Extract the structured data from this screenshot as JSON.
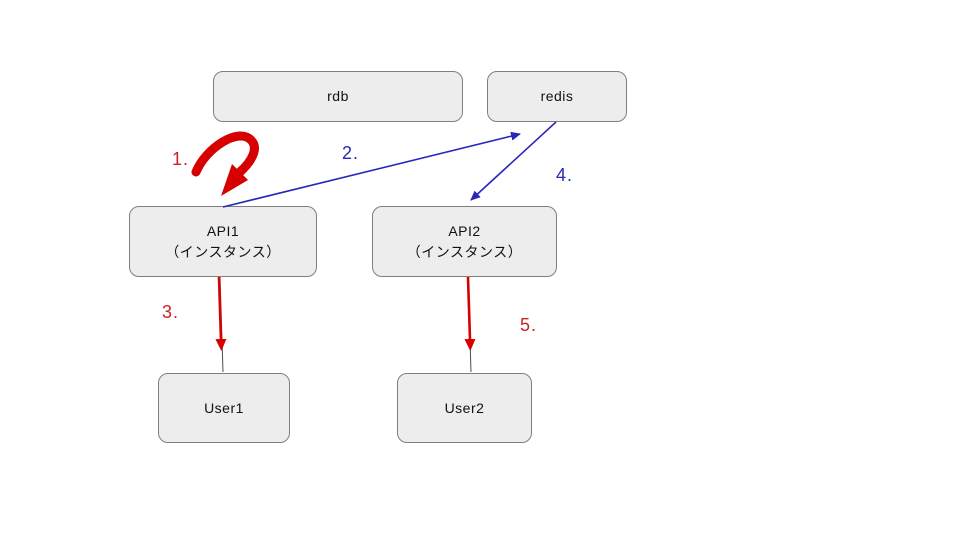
{
  "diagram": {
    "nodes": [
      {
        "id": "rdb",
        "label": "rdb"
      },
      {
        "id": "redis",
        "label": "redis"
      },
      {
        "id": "api1",
        "label": "API1",
        "sublabel": "（インスタンス）"
      },
      {
        "id": "api2",
        "label": "API2",
        "sublabel": "（インスタンス）"
      },
      {
        "id": "user1",
        "label": "User1"
      },
      {
        "id": "user2",
        "label": "User2"
      }
    ],
    "steps": [
      {
        "label": "1.",
        "color": "red"
      },
      {
        "label": "2.",
        "color": "blue"
      },
      {
        "label": "3.",
        "color": "red"
      },
      {
        "label": "4.",
        "color": "blue"
      },
      {
        "label": "5.",
        "color": "red"
      }
    ],
    "edges": [
      {
        "step": "1.",
        "type": "self-loop",
        "at": "api1",
        "color": "red"
      },
      {
        "step": "2.",
        "from": "api1",
        "to": "redis",
        "color": "blue"
      },
      {
        "step": "3.",
        "from": "api1",
        "to": "user1",
        "color": "red"
      },
      {
        "step": "4.",
        "from": "redis",
        "to": "api2",
        "color": "blue"
      },
      {
        "step": "5.",
        "from": "api2",
        "to": "user2",
        "color": "red"
      }
    ],
    "colors": {
      "red_arrow": "#d60000",
      "red_label": "#cc2222",
      "blue_arrow": "#2828b8",
      "box_fill": "#ededed",
      "box_border": "#7f7f7f",
      "connector_gray": "#4d4d4d"
    }
  }
}
